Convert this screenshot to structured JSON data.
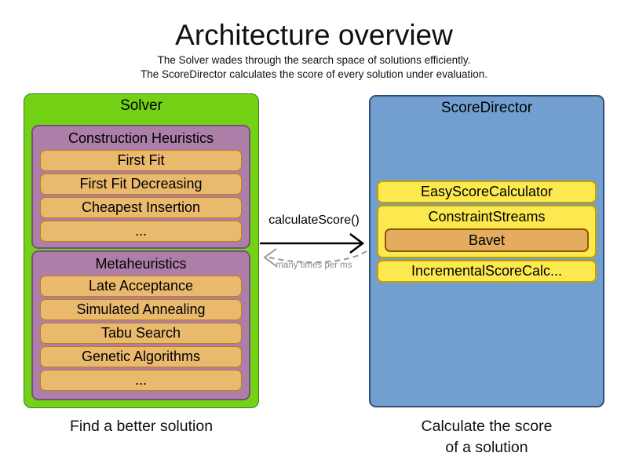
{
  "header": {
    "title": "Architecture overview",
    "subtitle_line1": "The Solver wades through the search space of solutions efficiently.",
    "subtitle_line2": "The ScoreDirector calculates the score of every solution under evaluation."
  },
  "solver": {
    "title": "Solver",
    "caption": "Find a better solution",
    "groups": [
      {
        "title": "Construction Heuristics",
        "items": [
          "First Fit",
          "First Fit Decreasing",
          "Cheapest Insertion",
          "..."
        ]
      },
      {
        "title": "Metaheuristics",
        "items": [
          "Late Acceptance",
          "Simulated Annealing",
          "Tabu Search",
          "Genetic Algorithms",
          "..."
        ]
      }
    ]
  },
  "score_director": {
    "title": "ScoreDirector",
    "caption_line1": "Calculate the score",
    "caption_line2": "of a solution",
    "calculators": [
      {
        "label": "EasyScoreCalculator"
      },
      {
        "label": "ConstraintStreams",
        "child": "Bavet"
      },
      {
        "label": "IncrementalScoreCalc..."
      }
    ]
  },
  "interaction": {
    "arrow_label": "calculateScore()",
    "arrow_sublabel": "many times per ms"
  },
  "colors": {
    "solver_fill": "#73D216",
    "solver_border": "#447821",
    "phase_fill": "#AD7FA8",
    "phase_border": "#75507B",
    "algorithm_fill": "#E9B96E",
    "algorithm_border": "#C17D11",
    "score_director_fill": "#729FCF",
    "score_director_border": "#2D4F79",
    "calculator_fill": "#FCE94F",
    "calculator_border": "#C4A000",
    "bavet_fill": "#E3AC5E",
    "bavet_border": "#8F5902",
    "call_arrow": "#000000",
    "return_arrow": "#999999",
    "background": "#FFFFFF"
  }
}
